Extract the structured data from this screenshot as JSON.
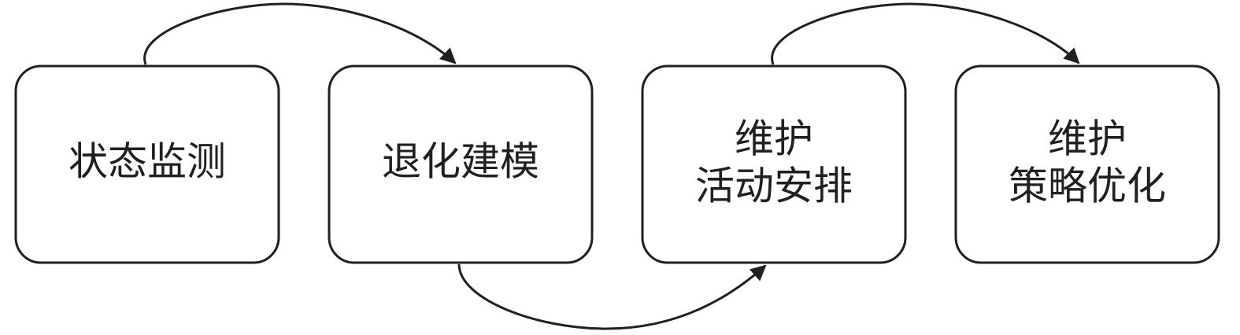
{
  "diagram": {
    "stroke_color": "#231f20",
    "background": "#ffffff",
    "steps": [
      {
        "lines": [
          "状态监测"
        ]
      },
      {
        "lines": [
          "退化建模"
        ]
      },
      {
        "lines": [
          "维护",
          "活动安排"
        ]
      },
      {
        "lines": [
          "维护",
          "策略优化"
        ]
      }
    ],
    "connections": [
      {
        "from": 0,
        "to": 1,
        "side": "top"
      },
      {
        "from": 1,
        "to": 2,
        "side": "bottom"
      },
      {
        "from": 2,
        "to": 3,
        "side": "top"
      }
    ]
  }
}
